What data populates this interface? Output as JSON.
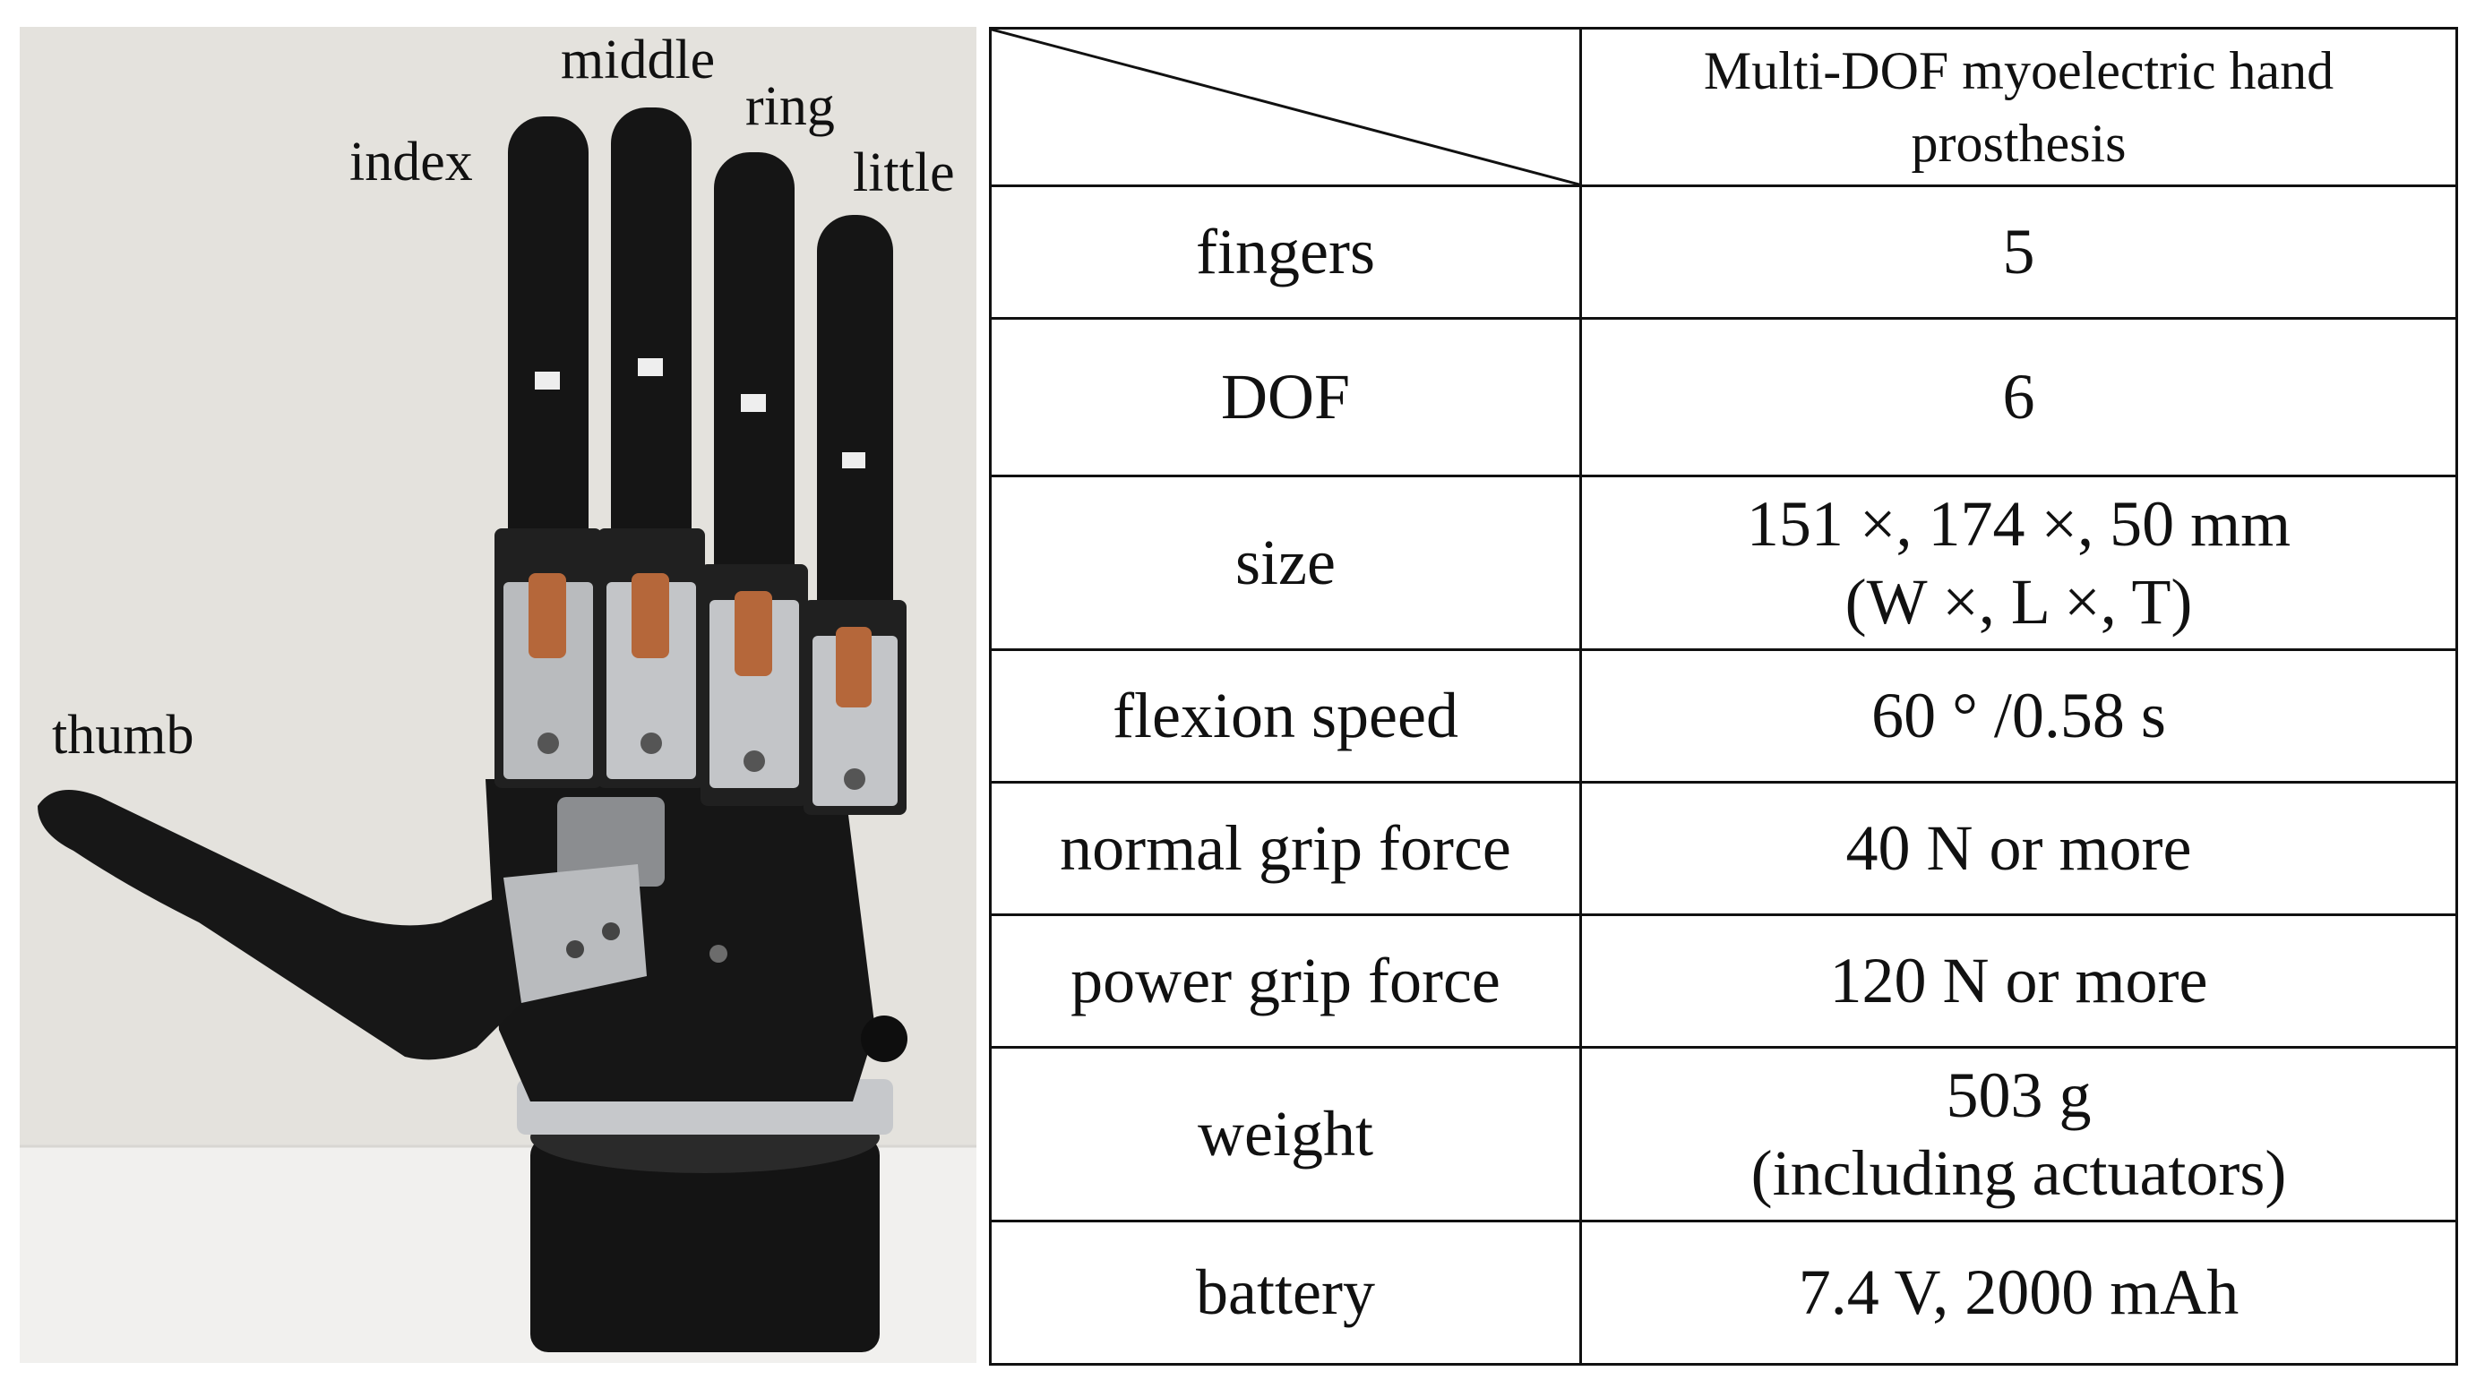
{
  "photo": {
    "finger_labels": {
      "middle": "middle",
      "ring": "ring",
      "index": "index",
      "little": "little",
      "thumb": "thumb"
    },
    "colors": {
      "wall": "#e4e2dd",
      "shelf": "#f1f0ee",
      "prosthesis_body": "#161616",
      "aluminum": "#b9bbbe",
      "copper": "#b5673a"
    }
  },
  "table": {
    "header_line1": "Multi-DOF myoelectric hand",
    "header_line2": "prosthesis",
    "rows": [
      {
        "label": "fingers",
        "value": "5"
      },
      {
        "label": "DOF",
        "value": "6"
      },
      {
        "label": "size",
        "value_line1": "151 ×, 174 ×, 50 mm",
        "value_line2": "(W ×, L ×, T)"
      },
      {
        "label": "flexion speed",
        "value": "60 ° /0.58 s"
      },
      {
        "label": "normal grip force",
        "value": "40 N or more"
      },
      {
        "label": "power grip force",
        "value": "120 N or more"
      },
      {
        "label": "weight",
        "value_line1": "503 g",
        "value_line2": "(including actuators)"
      },
      {
        "label": "battery",
        "value": "7.4 V, 2000 mAh"
      }
    ]
  }
}
